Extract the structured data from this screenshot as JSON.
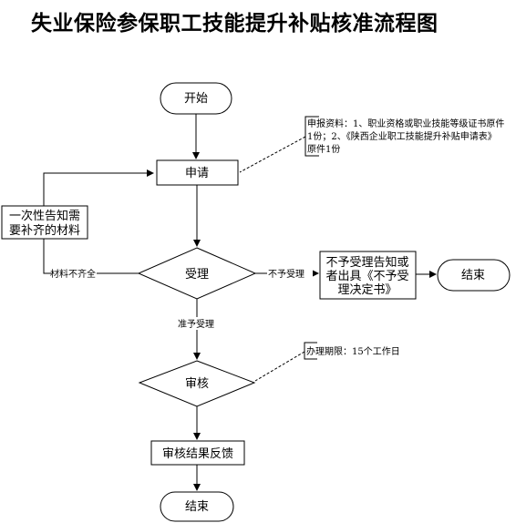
{
  "title": "失业保险参保职工技能提升补贴核准流程图",
  "nodes": {
    "start": "开始",
    "apply": "申请",
    "accept": "受理",
    "review": "审核",
    "feedback": "审核结果反馈",
    "end1": "结束",
    "end2": "结束",
    "notify_lines": [
      "一次性告知需",
      "要补齐的材料"
    ],
    "reject_lines": [
      "不予受理告知或",
      "者出具《不予受",
      "理决定书》"
    ]
  },
  "edges": {
    "missing": "材料不齐全",
    "reject": "不予受理",
    "accepted": "准予受理"
  },
  "notes": {
    "materials_lines": [
      "申报资料：1、职业资格或职业技能等级证书原件",
      "1份；2、《陕西企业职工技能提升补贴申请表》",
      "原件1份"
    ],
    "period": "办理期限：15个工作日"
  }
}
